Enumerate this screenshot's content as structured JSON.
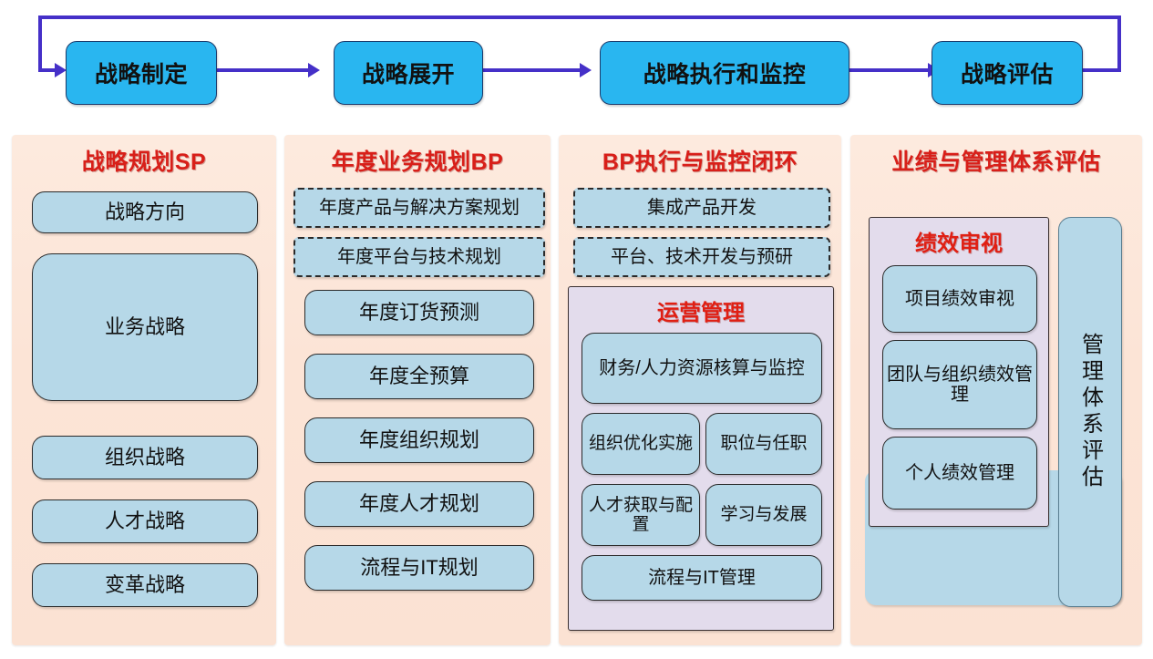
{
  "colors": {
    "flow_box_fill": "#29b6f0",
    "flow_arrow": "#4530c8",
    "panel_fill": "#fce4d6",
    "card_fill": "#b6d8e8",
    "title_red": "#d81f19",
    "group_fill": "#e3dcec"
  },
  "flow": {
    "steps": [
      {
        "label": "战略制定"
      },
      {
        "label": "战略展开"
      },
      {
        "label": "战略执行和监控"
      },
      {
        "label": "战略评估"
      }
    ]
  },
  "columns": [
    {
      "title": "战略规划SP",
      "cards": [
        {
          "label": "战略方向"
        },
        {
          "label": "业务战略"
        },
        {
          "label": "组织战略"
        },
        {
          "label": "人才战略"
        },
        {
          "label": "变革战略"
        }
      ]
    },
    {
      "title": "年度业务规划BP",
      "cards": [
        {
          "label": "年度产品与解决方案规划"
        },
        {
          "label": "年度平台与技术规划"
        },
        {
          "label": "年度订货预测"
        },
        {
          "label": "年度全预算"
        },
        {
          "label": "年度组织规划"
        },
        {
          "label": "年度人才规划"
        },
        {
          "label": "流程与IT规划"
        }
      ]
    },
    {
      "title": "BP执行与监控闭环",
      "cards": [
        {
          "label": "集成产品开发"
        },
        {
          "label": "平台、技术开发与预研"
        }
      ],
      "group": {
        "title": "运营管理",
        "cards": [
          {
            "label": "财务/人力资源核算与监控"
          },
          {
            "label": "组织优化实施"
          },
          {
            "label": "职位与任职"
          },
          {
            "label": "人才获取与配置"
          },
          {
            "label": "学习与发展"
          },
          {
            "label": "流程与IT管理"
          }
        ]
      }
    },
    {
      "title": "业绩与管理体系评估",
      "group": {
        "title": "绩效审视",
        "cards": [
          {
            "label": "项目绩效审视"
          },
          {
            "label": "团队与组织绩效管理"
          },
          {
            "label": "个人绩效管理"
          }
        ]
      },
      "vertical_card": {
        "label": "管理体系评估"
      },
      "blank_card": {
        "label": ""
      }
    }
  ]
}
